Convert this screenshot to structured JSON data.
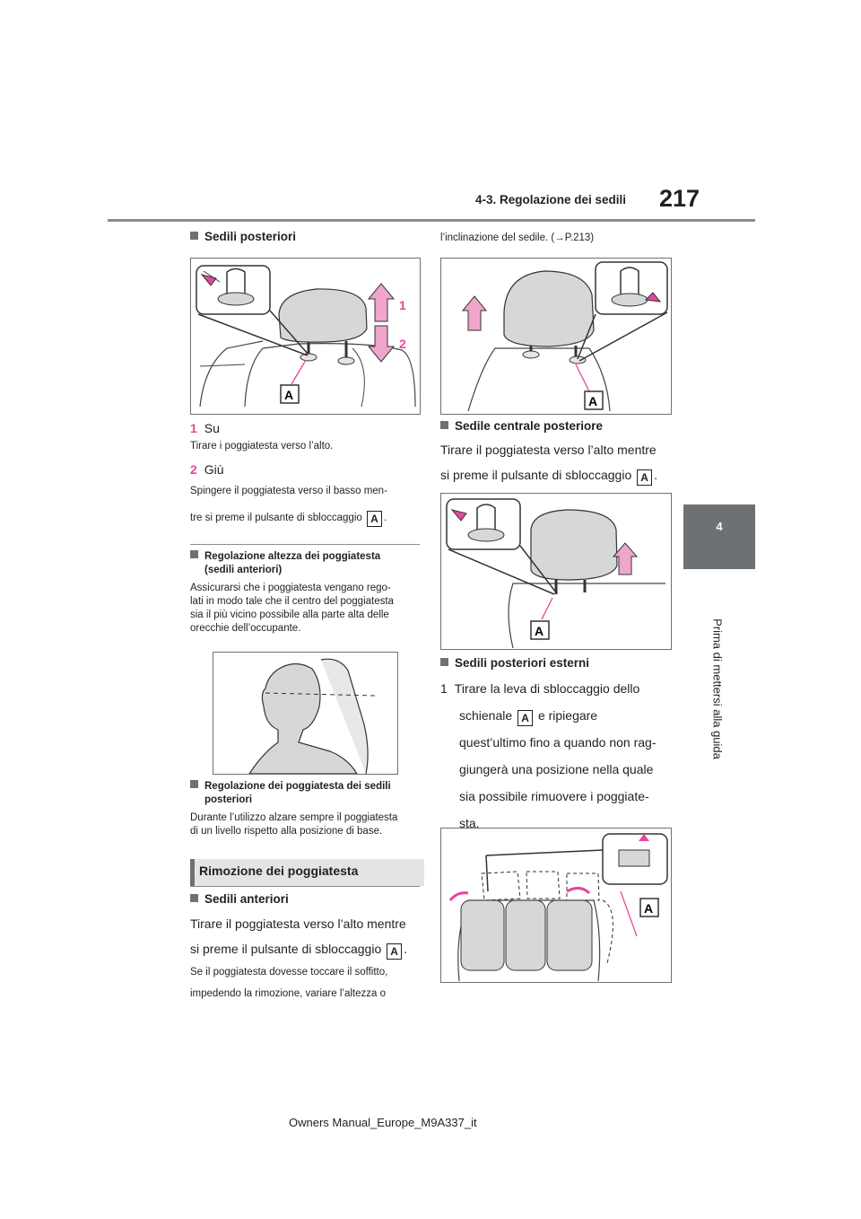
{
  "header": {
    "section_title": "4-3. Regolazione dei sedili",
    "page_number": "217"
  },
  "side_tab": {
    "chapter_number": "4",
    "chapter_title": "Prima di mettersi alla guida"
  },
  "left": {
    "rear_seats_heading": "Sedili posteriori",
    "fig1": {
      "label_1": "1",
      "label_2": "2",
      "label_a": "A"
    },
    "step1": {
      "num": "1",
      "label": "Su",
      "desc": "Tirare i poggiatesta verso l’alto."
    },
    "step2": {
      "num": "2",
      "label": "Giù",
      "desc_line1": "Spingere il poggiatesta verso il basso men-",
      "desc_line2": "tre si preme il pulsante di sblocc­aggio",
      "ref": "A",
      "end": "."
    },
    "front_height": {
      "heading_line1": "Regolazione altezza dei poggiatesta",
      "heading_line2": "(sedili anteriori)",
      "text": [
        "Assicurarsi che i poggiatesta vengano rego-",
        "lati in modo tale che il centro del poggiatesta",
        "sia il più vicino possibile alla parte alta delle",
        "orecchie dell’occupante."
      ]
    },
    "rear_adjust": {
      "heading_line1": "Regolazione dei poggiatesta dei sedili",
      "heading_line2": "posteriori",
      "text": [
        "Durante l’utilizzo alzare sempre il poggiatesta",
        "di un livello rispetto alla posizione di base."
      ]
    },
    "section_title": "Rimozione dei poggiatesta",
    "front_seats_heading": "Sedili anteriori",
    "front_seats_text_line1": "Tirare il poggiatesta verso l’alto mentre",
    "front_seats_text_line2": "si preme il pulsante di sblocc­aggio",
    "front_seats_ref": "A",
    "front_seats_end": ".",
    "note_line1": "Se il poggiatesta dovesse toccare il soffitto,",
    "note_line2": "impedendo la rimozione, variare l’altezza o"
  },
  "right": {
    "note_cont": "l’inclinazione del sedile. (→P.213)",
    "fig_label_a": "A",
    "center_heading": "Sedile centrale posteriore",
    "center_text_line1": "Tirare il poggiatesta verso l’alto mentre",
    "center_text_line2": "si preme il pulsante di sblocc­aggio",
    "center_ref": "A",
    "center_end": ".",
    "outer_heading": "Sedili posteriori esterni",
    "outer_step_num": "1",
    "outer_line1": "Tirare la leva di sblocc­aggio dello",
    "outer_line2_a": "schienale",
    "outer_ref": "A",
    "outer_line2_b": "e ripiegare",
    "outer_line3": "quest’ultimo fino a quando non rag-",
    "outer_line4": "giungerà una posizione nella quale",
    "outer_line5": "sia possibile rimuovere i poggiate-",
    "outer_line6": "sta."
  },
  "footer": {
    "text": "Owners Manual_Europe_M9A337_it"
  },
  "colors": {
    "accent": "#e8469b",
    "tab_gray": "#6d7173",
    "section_bg": "#e3e4e5"
  }
}
